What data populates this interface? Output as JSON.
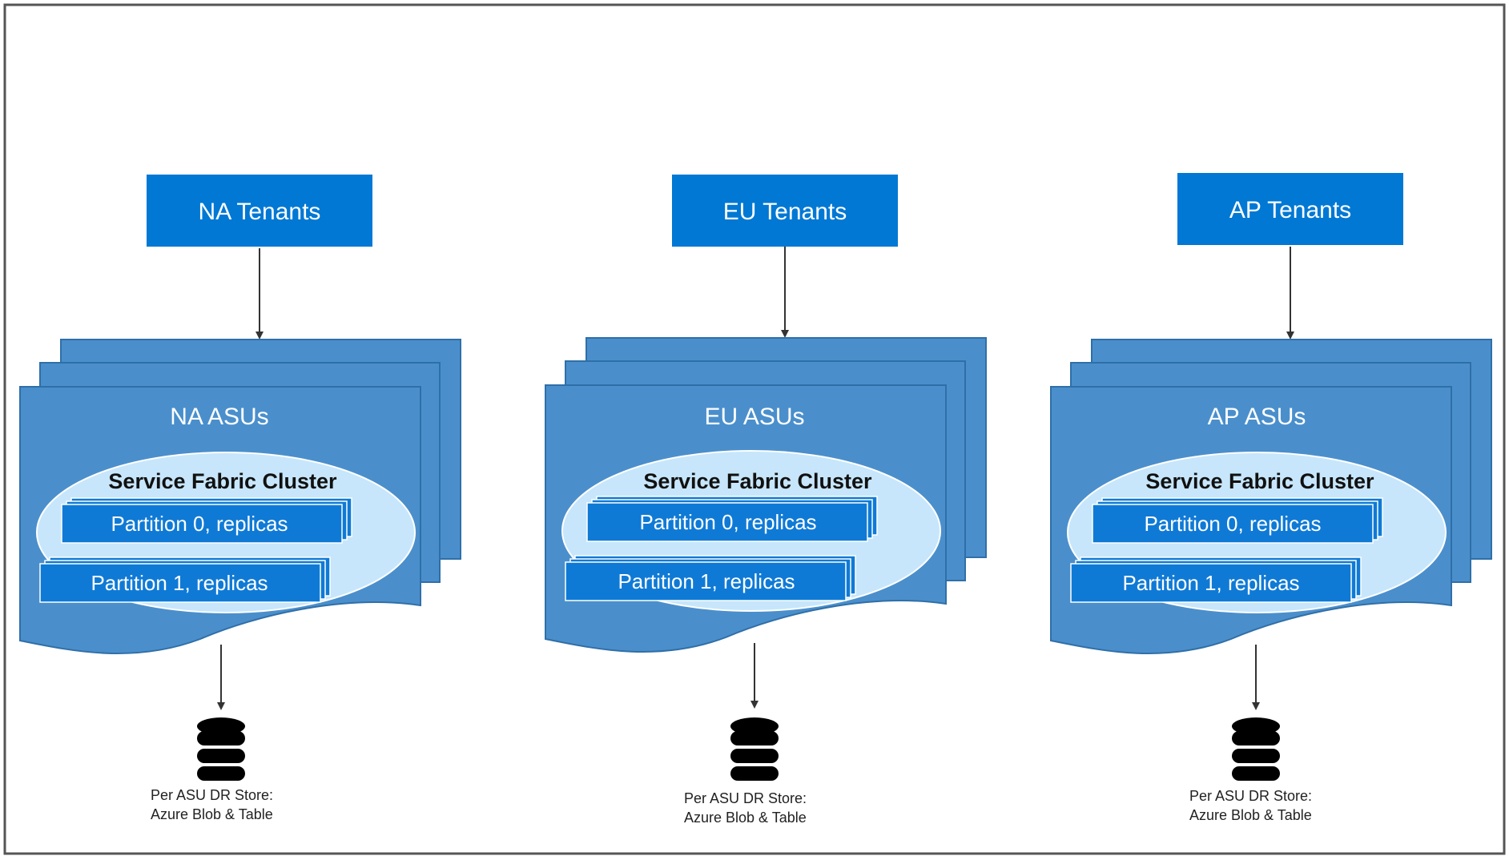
{
  "colors": {
    "tenant_fill": "#0078d4",
    "asu_fill": "#4a8fcc",
    "asu_stroke": "#2f6fa8",
    "cluster_fill": "#c7e6fb",
    "partition_fill": "#0f7ad6",
    "frame_stroke": "#555555",
    "arrow": "#333333"
  },
  "regions": [
    {
      "tenant_label": "NA  Tenants",
      "asu_label": "NA ASUs",
      "cluster_label": "Service Fabric Cluster",
      "partitions": [
        "Partition 0, replicas",
        "Partition 1, replicas"
      ],
      "store_lines": [
        "Per ASU DR Store:",
        "Azure Blob & Table"
      ],
      "icon": "database-icon"
    },
    {
      "tenant_label": "EU Tenants",
      "asu_label": "EU ASUs",
      "cluster_label": "Service Fabric Cluster",
      "partitions": [
        "Partition 0, replicas",
        "Partition 1, replicas"
      ],
      "store_lines": [
        "Per ASU DR Store:",
        "Azure Blob & Table"
      ],
      "icon": "database-icon"
    },
    {
      "tenant_label": "AP  Tenants",
      "asu_label": "AP ASUs",
      "cluster_label": "Service Fabric Cluster",
      "partitions": [
        "Partition 0, replicas",
        "Partition 1, replicas"
      ],
      "store_lines": [
        "Per ASU DR Store:",
        "Azure Blob & Table"
      ],
      "icon": "database-icon"
    }
  ]
}
